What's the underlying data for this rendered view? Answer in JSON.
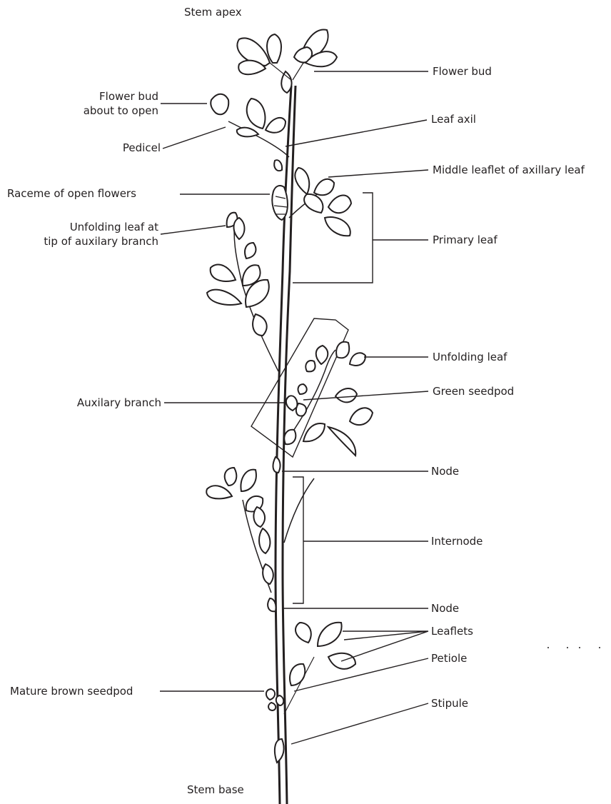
{
  "title": "Stem apex",
  "bottom_label": "Stem base",
  "labels": {
    "flower_bud": "Flower bud",
    "flower_bud_open_l1": "Flower bud",
    "flower_bud_open_l2": "about to open",
    "leaf_axil": "Leaf axil",
    "pedicel": "Pedicel",
    "middle_leaflet": "Middle leaflet of axillary leaf",
    "raceme": "Raceme of open flowers",
    "unfolding_leaf_tip_l1": "Unfolding leaf at",
    "unfolding_leaf_tip_l2": "tip of auxilary branch",
    "primary_leaf": "Primary leaf",
    "unfolding_leaf": "Unfolding leaf",
    "auxilary_branch": "Auxilary branch",
    "green_seedpod": "Green seedpod",
    "node_upper": "Node",
    "internode": "Internode",
    "node_lower": "Node",
    "leaflets": "Leaflets",
    "mature_seedpod": "Mature brown seedpod",
    "petiole": "Petiole",
    "stipule": "Stipule"
  }
}
